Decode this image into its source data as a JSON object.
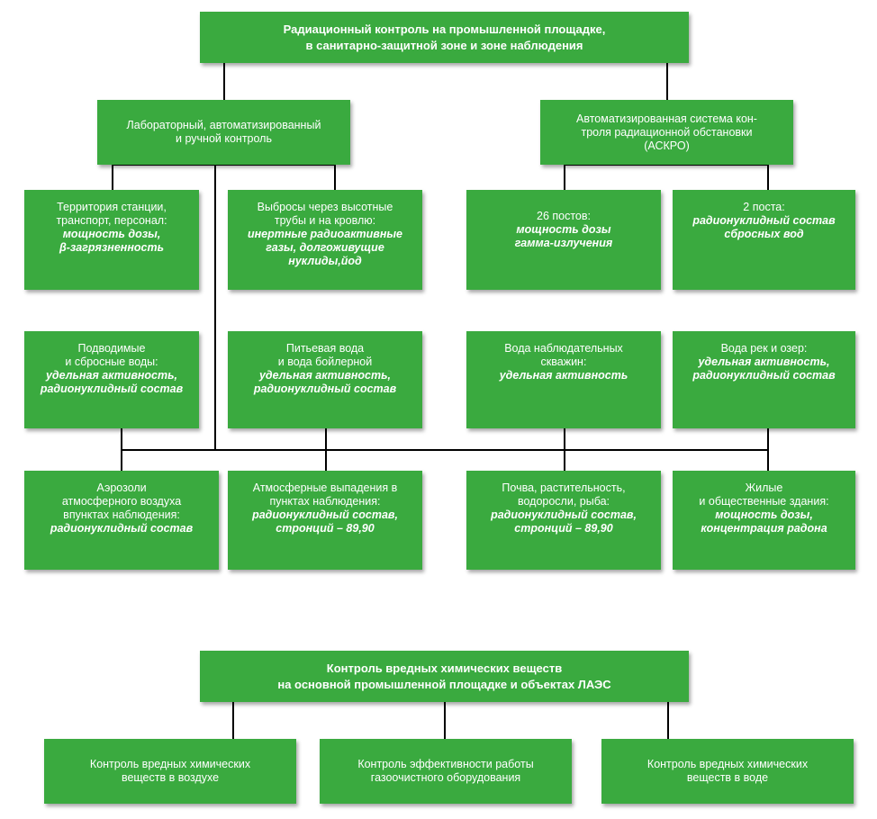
{
  "rad": {
    "title": [
      "Радиационный контроль на промышленной площадке,",
      "в санитарно-защитной зоне и зоне наблюдения"
    ],
    "lab": [
      "Лабораторный, автоматизированный",
      "и ручной контроль"
    ],
    "askro": [
      "Автоматизированная система кон-",
      "троля радиационной обстановки",
      "(АСКРО)"
    ],
    "row1": [
      {
        "n": [
          "Территория станции,",
          "транспорт, персонал:"
        ],
        "i": [
          "мощность дозы,",
          "β-загрязненность"
        ]
      },
      {
        "n": [
          "Выбросы через высотные",
          "трубы и на кровлю:"
        ],
        "i": [
          "инертные радиоактивные",
          "газы, долгоживущие",
          "нуклиды,йод"
        ]
      },
      {
        "n": [
          "26 постов:"
        ],
        "i": [
          "мощность дозы",
          "гамма-излучения"
        ]
      },
      {
        "n": [
          "2 поста:"
        ],
        "i": [
          "радионуклидный состав",
          "сбросных вод"
        ]
      }
    ],
    "row2": [
      {
        "n": [
          "Подводимые",
          "и сбросные воды:"
        ],
        "i": [
          "удельная активность,",
          "радионуклидный состав"
        ]
      },
      {
        "n": [
          "Питьевая вода",
          "и вода бойлерной"
        ],
        "i": [
          "удельная активность,",
          "радионуклидный состав"
        ]
      },
      {
        "n": [
          "Вода наблюдательных",
          "скважин:"
        ],
        "i": [
          "удельная активность"
        ]
      },
      {
        "n": [
          "Вода рек и озер:"
        ],
        "i": [
          "удельная активность,",
          "радионуклидный состав"
        ]
      }
    ],
    "row3": [
      {
        "n": [
          "Аэрозоли",
          "атмосферного воздуха",
          "впунктах наблюдения:"
        ],
        "i": [
          "радионуклидный состав"
        ]
      },
      {
        "n": [
          "Атмосферные выпадения в",
          "пунктах наблюдения:"
        ],
        "i": [
          "радионуклидный состав,",
          "стронций – 89,90"
        ]
      },
      {
        "n": [
          "Почва, растительность,",
          "водоросли, рыба:"
        ],
        "i": [
          "радионуклидный состав,",
          "стронций – 89,90"
        ]
      },
      {
        "n": [
          "Жилые",
          "и общественные здания:"
        ],
        "i": [
          "мощность дозы,",
          "концентрация радона"
        ]
      }
    ]
  },
  "chem": {
    "title": [
      "Контроль вредных химических веществ",
      "на основной промышленной площадке и объектах ЛАЭС"
    ],
    "boxes": [
      [
        "Контроль вредных химических",
        "веществ в воздухе"
      ],
      [
        "Контроль эффективности работы",
        "газоочистного оборудования"
      ],
      [
        "Контроль вредных химических",
        "веществ в воде"
      ]
    ]
  },
  "colors": {
    "box": "#3aaa3f",
    "text": "#ffffff",
    "line": "#000000"
  }
}
